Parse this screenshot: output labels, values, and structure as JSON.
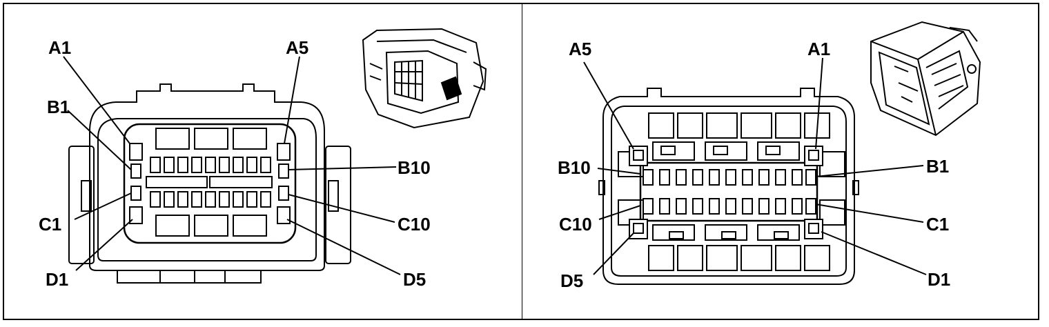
{
  "left_view": {
    "pin_labels": {
      "a1": "A1",
      "a5": "A5",
      "b1": "B1",
      "b10": "B10",
      "c1": "C1",
      "c10": "C10",
      "d1": "D1",
      "d5": "D5"
    }
  },
  "right_view": {
    "pin_labels": {
      "a5": "A5",
      "a1": "A1",
      "b10": "B10",
      "b1": "B1",
      "c10": "C10",
      "c1": "C1",
      "d5": "D5",
      "d1": "D1"
    }
  }
}
